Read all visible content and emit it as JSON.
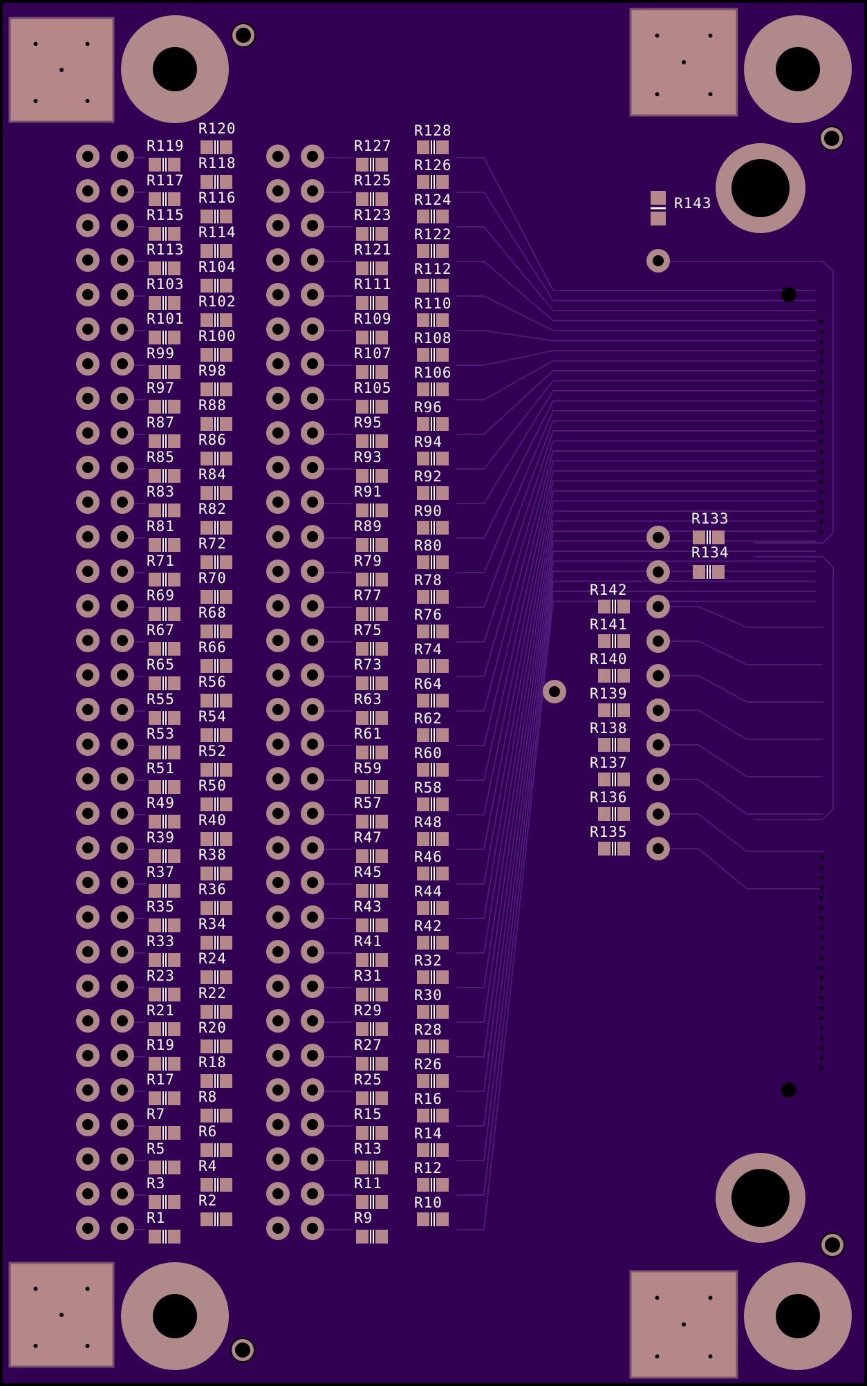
{
  "board": {
    "colors": {
      "substrate": "#320053",
      "copper_pour": "#3d0a62",
      "trace": "#4b1c78",
      "pad": "#b48888",
      "ring": "#b08a8a",
      "hole": "#000000",
      "silkscreen": "#ffffff"
    },
    "left_resistors_col_a": [
      "R119",
      "R117",
      "R115",
      "R113",
      "R103",
      "R101",
      "R99",
      "R97",
      "R87",
      "R85",
      "R83",
      "R81",
      "R71",
      "R69",
      "R67",
      "R65",
      "R55",
      "R53",
      "R51",
      "R49",
      "R39",
      "R37",
      "R35",
      "R33",
      "R23",
      "R21",
      "R19",
      "R17",
      "R7",
      "R5",
      "R3",
      "R1"
    ],
    "left_resistors_col_b": [
      "R120",
      "R118",
      "R116",
      "R114",
      "R104",
      "R102",
      "R100",
      "R98",
      "R88",
      "R86",
      "R84",
      "R82",
      "R72",
      "R70",
      "R68",
      "R66",
      "R56",
      "R54",
      "R52",
      "R50",
      "R40",
      "R38",
      "R36",
      "R34",
      "R24",
      "R22",
      "R20",
      "R18",
      "R8",
      "R6",
      "R4",
      "R2"
    ],
    "right_resistors_col_a": [
      "R127",
      "R125",
      "R123",
      "R121",
      "R111",
      "R109",
      "R107",
      "R105",
      "R95",
      "R93",
      "R91",
      "R89",
      "R79",
      "R77",
      "R75",
      "R73",
      "R63",
      "R61",
      "R59",
      "R57",
      "R47",
      "R45",
      "R43",
      "R41",
      "R31",
      "R29",
      "R27",
      "R25",
      "R15",
      "R13",
      "R11",
      "R9"
    ],
    "right_resistors_col_b": [
      "R128",
      "R126",
      "R124",
      "R122",
      "R112",
      "R110",
      "R108",
      "R106",
      "R96",
      "R94",
      "R92",
      "R90",
      "R80",
      "R78",
      "R76",
      "R74",
      "R64",
      "R62",
      "R60",
      "R58",
      "R48",
      "R46",
      "R44",
      "R42",
      "R32",
      "R30",
      "R28",
      "R26",
      "R16",
      "R14",
      "R12",
      "R10"
    ],
    "side_resistors": [
      "R142",
      "R141",
      "R140",
      "R139",
      "R138",
      "R137",
      "R136",
      "R135"
    ],
    "top_right_resistors": [
      "R133",
      "R134"
    ],
    "vertical_resistor": "R143"
  }
}
